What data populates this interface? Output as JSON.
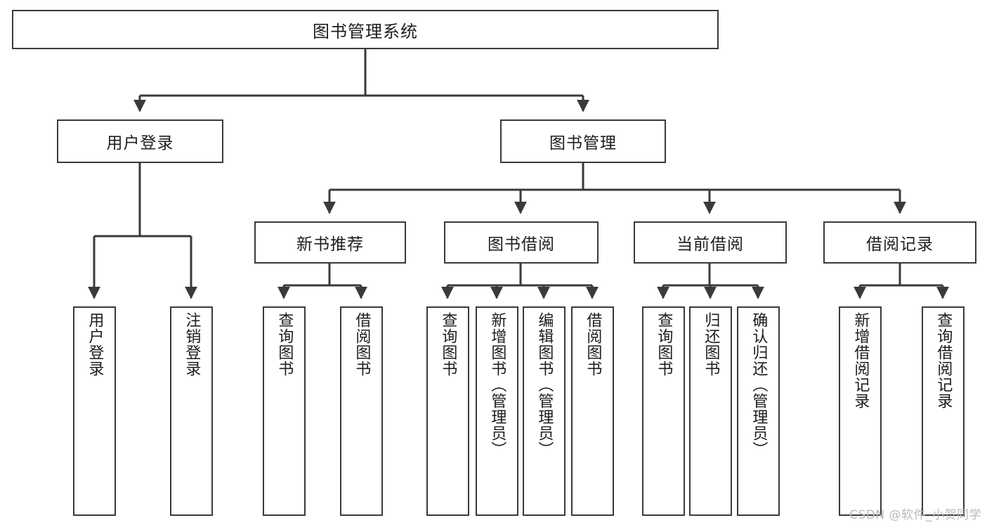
{
  "diagram": {
    "title": "图书管理系统",
    "watermark": "CSDN @软件_小贺同学",
    "line_color": "#3a3a3a",
    "box_fill": "#ffffff",
    "text_color": "#1d1d1d",
    "watermark_color": "#b9b9b9",
    "root": {
      "label": "图书管理系统"
    },
    "level2": [
      {
        "label": "用户登录"
      },
      {
        "label": "图书管理"
      }
    ],
    "level3": [
      {
        "label": "新书推荐"
      },
      {
        "label": "图书借阅"
      },
      {
        "label": "当前借阅"
      },
      {
        "label": "借阅记录"
      }
    ],
    "leaves": [
      {
        "label": "用户登录"
      },
      {
        "label": "注销登录"
      },
      {
        "label": "查询图书"
      },
      {
        "label": "借阅图书"
      },
      {
        "label": "查询图书"
      },
      {
        "label": "新增图书（管理员）"
      },
      {
        "label": "编辑图书（管理员）"
      },
      {
        "label": "借阅图书"
      },
      {
        "label": "查询图书"
      },
      {
        "label": "归还图书"
      },
      {
        "label": "确认归还（管理员）"
      },
      {
        "label": "新增借阅记录"
      },
      {
        "label": "查询借阅记录"
      }
    ]
  }
}
